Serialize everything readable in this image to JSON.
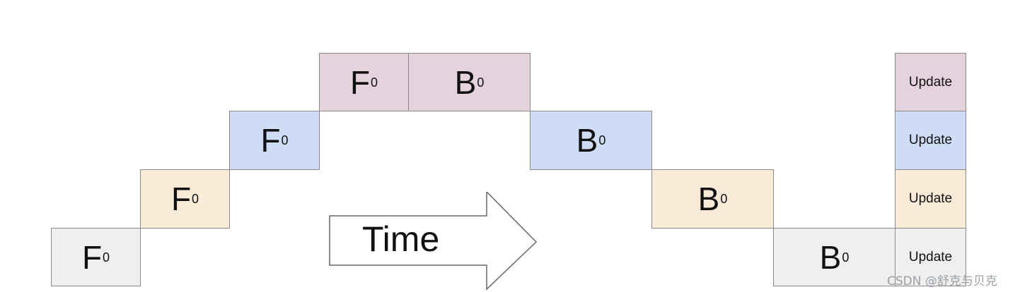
{
  "forward_blocks": [
    {
      "main": "F",
      "sub": "0",
      "color": "#efefef"
    },
    {
      "main": "F",
      "sub": "0",
      "color": "#faebd9"
    },
    {
      "main": "F",
      "sub": "0",
      "color": "#cfdcf5"
    },
    {
      "main": "F",
      "sub": "0",
      "color": "#e4d2dd"
    }
  ],
  "backward_blocks": [
    {
      "main": "B",
      "sub": "0",
      "color": "#e4d2dd"
    },
    {
      "main": "B",
      "sub": "0",
      "color": "#cfdcf5"
    },
    {
      "main": "B",
      "sub": "0",
      "color": "#faebd9"
    },
    {
      "main": "B",
      "sub": "0",
      "color": "#efefef"
    }
  ],
  "update_blocks": [
    {
      "label": "Update",
      "color": "#e4d2dd"
    },
    {
      "label": "Update",
      "color": "#cfdcf5"
    },
    {
      "label": "Update",
      "color": "#faebd9"
    },
    {
      "label": "Update",
      "color": "#efefef"
    }
  ],
  "arrow": {
    "label": "Time"
  },
  "watermark": "CSDN @舒克与贝克"
}
